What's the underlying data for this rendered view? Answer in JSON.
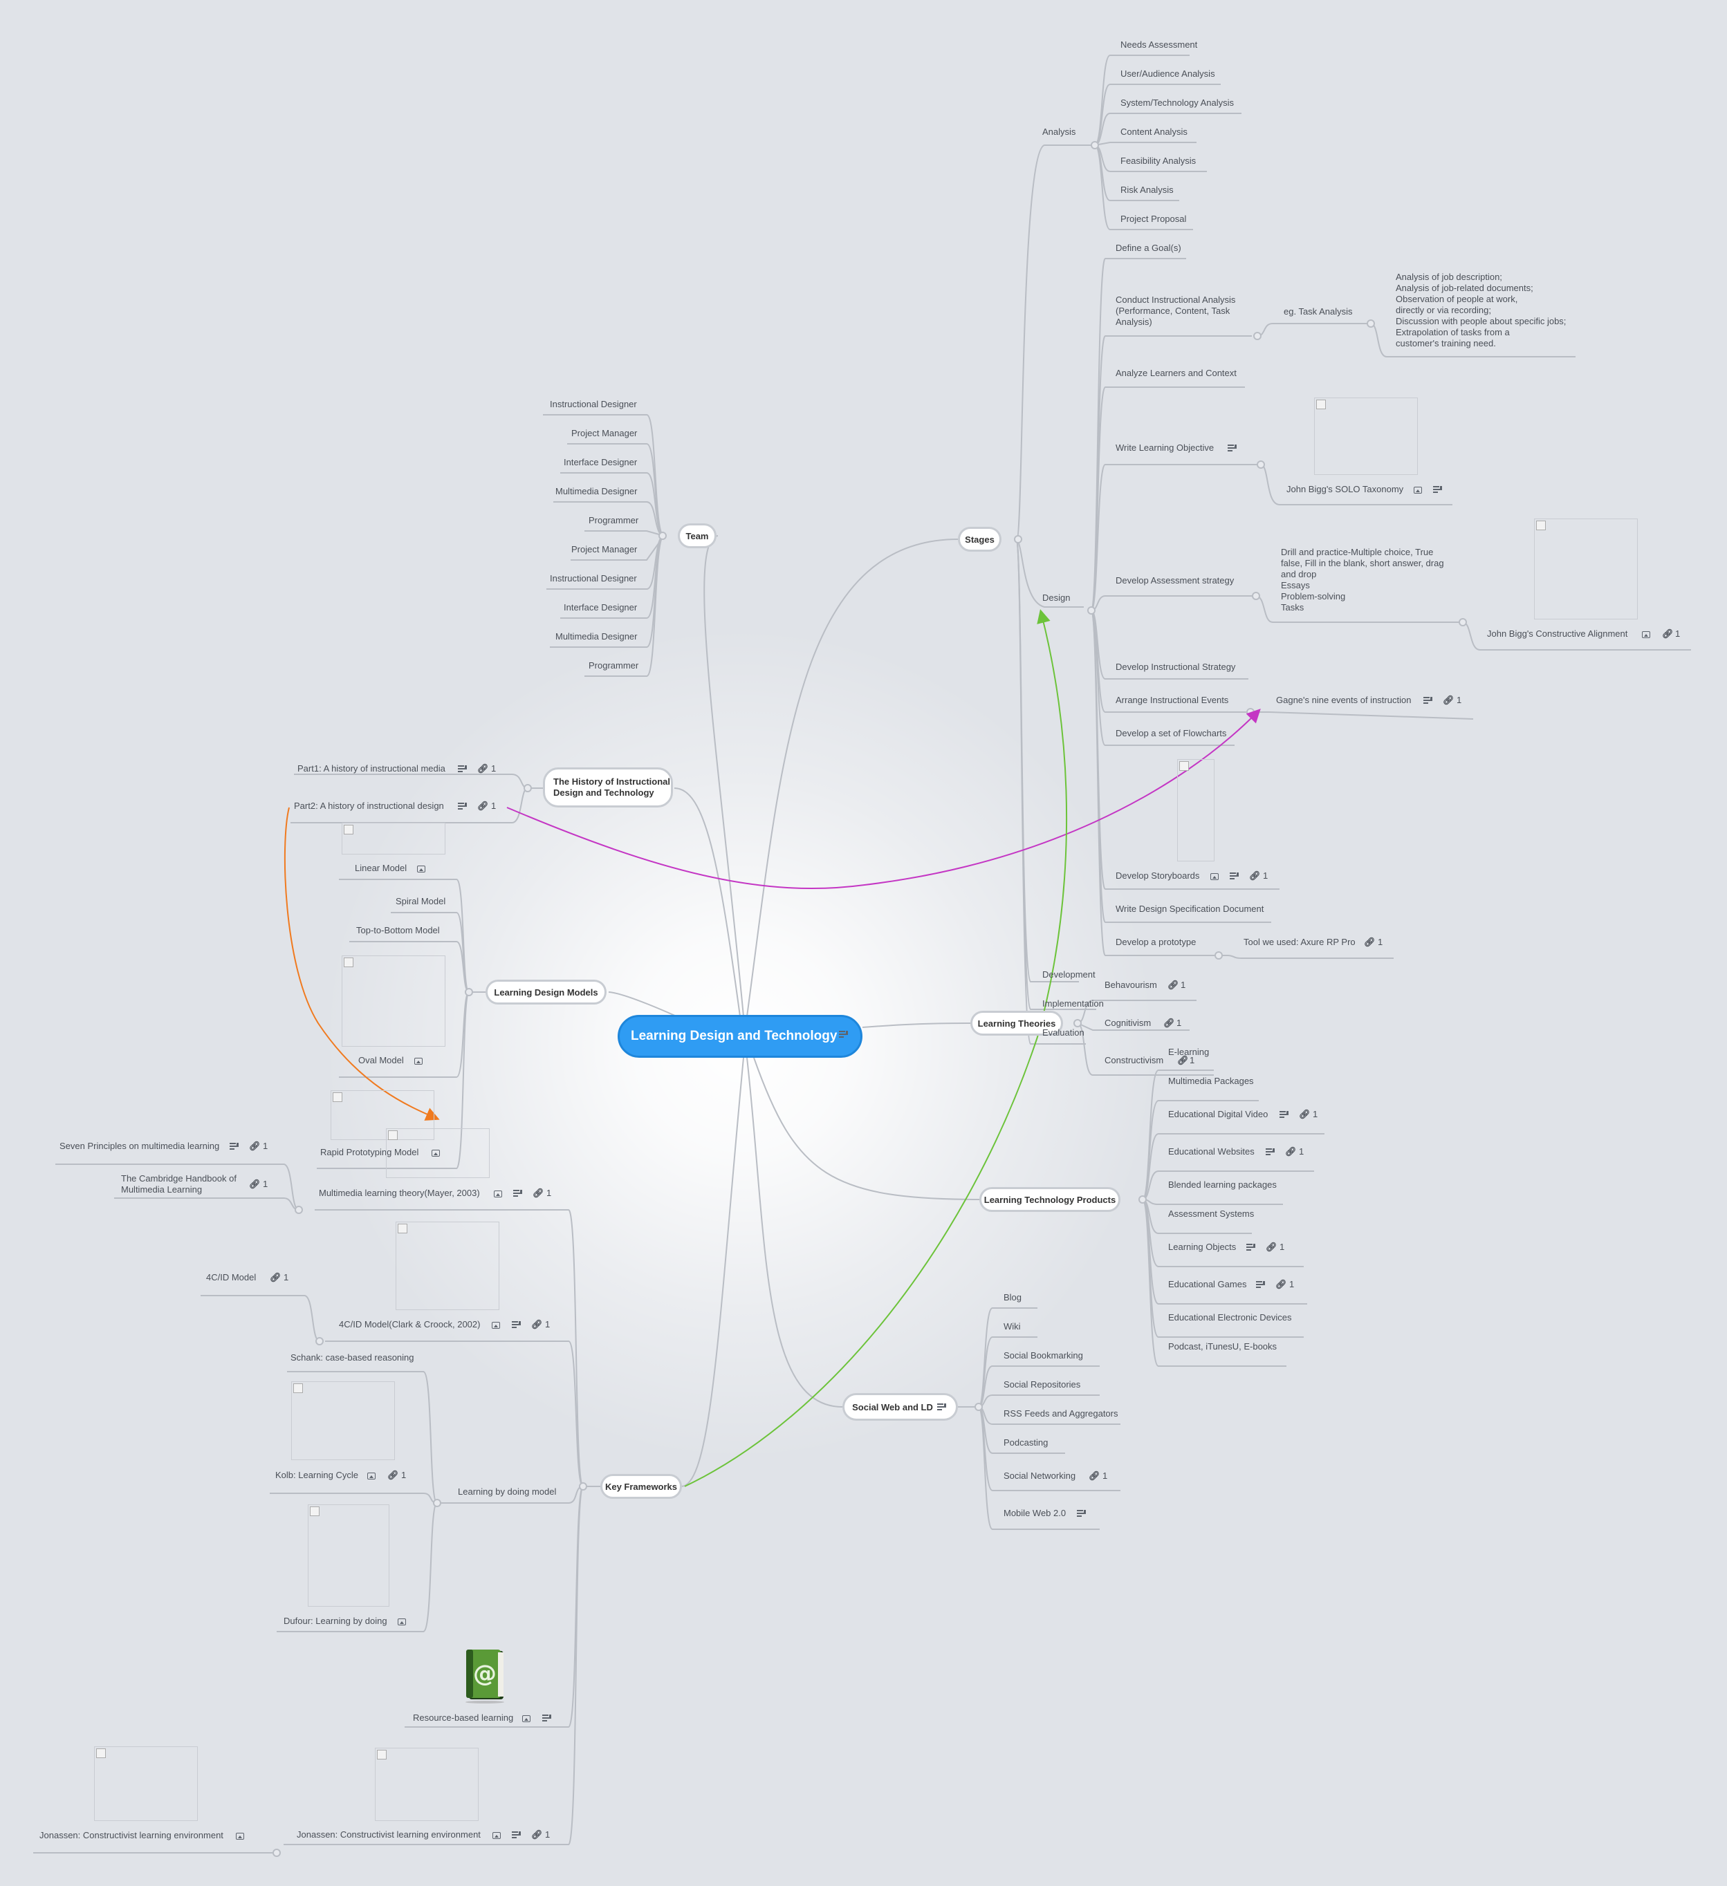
{
  "central": {
    "title": "Learning Design and Technology",
    "icon": "note-icon"
  },
  "colors": {
    "central_fill": "#2f9cf3",
    "background": "#e0e3e8",
    "relation_magenta": "#c436c4",
    "relation_green": "#6cc33a",
    "relation_orange": "#f07a1f"
  },
  "branches": {
    "stages": "Stages",
    "team": "Team",
    "history": "The History of Instructional Design and Technology",
    "models": "Learning Design Models",
    "theories": "Learning Theories",
    "products": "Learning Technology Products",
    "social": "Social Web and LD",
    "frameworks": "Key Frameworks"
  },
  "stages": {
    "analysis": {
      "label": "Analysis",
      "items": [
        "Needs Assessment",
        "User/Audience Analysis",
        "System/Technology Analysis",
        "Content Analysis",
        "Feasibility Analysis",
        "Risk Analysis",
        "Project Proposal"
      ]
    },
    "design": {
      "label": "Design",
      "goal": "Define a Goal(s)",
      "cia": "Conduct Instructional Analysis (Performance, Content, Task Analysis)",
      "task_analysis": "eg. Task Analysis",
      "task_detail": [
        "Analysis of job description;",
        "Analysis of job-related documents;",
        "Observation of people at work,",
        "directly or via recording;",
        "Discussion with people about specific jobs;",
        "Extrapolation of tasks from a",
        "customer's training need."
      ],
      "learners": "Analyze Learners and Context",
      "objective": "Write Learning Objective",
      "solo": "John Bigg's SOLO Taxonomy",
      "assessment": "Develop Assessment strategy",
      "assessment_detail": [
        "Drill and practice-Multiple choice, True",
        "false, Fill in the blank, short answer, drag",
        "and drop",
        "Essays",
        "Problem-solving",
        "Tasks"
      ],
      "alignment": "John Bigg's Constructive Alignment",
      "alignment_count": "1",
      "strategy": "Develop Instructional Strategy",
      "events": "Arrange Instructional Events",
      "gagne": "Gagne's nine events of instruction",
      "gagne_count": "1",
      "flowcharts": "Develop a set of Flowcharts",
      "storyboards": "Develop Storyboards",
      "storyboards_count": "1",
      "spec": "Write Design Specification Document",
      "prototype": "Develop a prototype",
      "axure": "Tool we used: Axure RP Pro",
      "axure_count": "1"
    },
    "development": "Development",
    "implementation": "Implementation",
    "evaluation": "Evaluation"
  },
  "team": {
    "items": [
      "Instructional Designer",
      "Project Manager",
      "Interface Designer",
      "Multimedia Designer",
      "Programmer",
      "Project Manager",
      "Instructional Designer",
      "Interface Designer",
      "Multimedia Designer",
      "Programmer"
    ]
  },
  "history": {
    "part1": "Part1: A history of instructional media",
    "part1_count": "1",
    "part2": "Part2: A history of instructional design",
    "part2_count": "1"
  },
  "models": {
    "linear": "Linear Model",
    "spiral": "Spiral Model",
    "ttb": "Top-to-Bottom Model",
    "oval": "Oval Model",
    "rapid": "Rapid Prototyping Model"
  },
  "theories": {
    "behaviourism": "Behavourism",
    "behaviourism_count": "1",
    "cognitivism": "Cognitivism",
    "cognitivism_count": "1",
    "constructivism": "Constructivism",
    "constructivism_count": "1"
  },
  "products": {
    "elearning": "E-learning",
    "multimedia": "Multimedia Packages",
    "video": "Educational Digital Video",
    "video_count": "1",
    "websites": "Educational Websites",
    "websites_count": "1",
    "blended": "Blended learning packages",
    "assessment": "Assessment Systems",
    "objects": "Learning Objects",
    "objects_count": "1",
    "games": "Educational Games",
    "games_count": "1",
    "devices": "Educational Electronic Devices",
    "podcast": "Podcast, iTunesU, E-books"
  },
  "social": {
    "blog": "Blog",
    "wiki": "Wiki",
    "bookmarking": "Social Bookmarking",
    "repositories": "Social Repositories",
    "rss": "RSS Feeds and Aggregators",
    "podcasting": "Podcasting",
    "networking": "Social Networking",
    "networking_count": "1",
    "mobile": "Mobile Web 2.0"
  },
  "frameworks": {
    "seven": "Seven Principles on multimedia learning",
    "seven_count": "1",
    "cambridge": "The Cambridge Handbook of Multimedia Learning",
    "cambridge_count": "1",
    "mayer": "Multimedia learning theory(Mayer, 2003)",
    "mayer_count": "1",
    "fourcid": "4C/ID Model",
    "fourcid_count": "1",
    "fourcid_cc": "4C/ID Model(Clark & Croock, 2002)",
    "fourcid_cc_count": "1",
    "schank": "Schank: case-based reasoning",
    "kolb": "Kolb: Learning Cycle",
    "kolb_count": "1",
    "doing": "Learning by doing model",
    "dufour": "Dufour: Learning by doing",
    "resource": "Resource-based learning",
    "jonassen": "Jonassen: Constructivist learning environment",
    "jonassen_count": "1",
    "jonassen2": "Jonassen: Constructivist learning environment"
  }
}
